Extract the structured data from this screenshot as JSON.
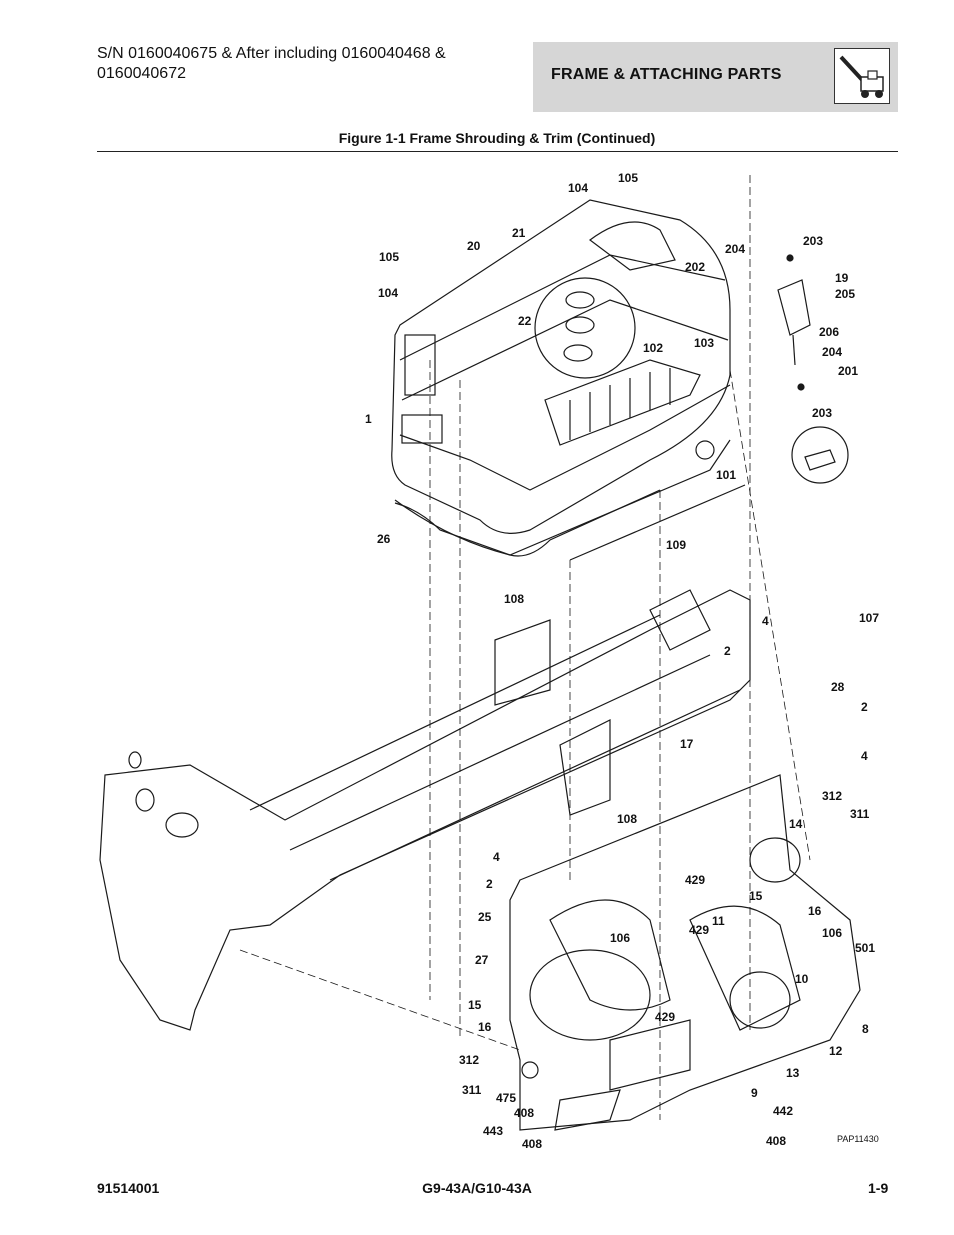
{
  "header": {
    "serial_note": "S/N 0160040675 & After including 0160040468 & 0160040672",
    "section_title": "FRAME & ATTACHING PARTS",
    "section_icon": "telehandler-icon"
  },
  "figure": {
    "title": "Figure 1-1 Frame Shrouding & Trim (Continued)",
    "drawing_code": "PAP11430",
    "callouts": [
      "104",
      "105",
      "21",
      "20",
      "204",
      "203",
      "105",
      "202",
      "19",
      "104",
      "205",
      "22",
      "206",
      "102",
      "103",
      "204",
      "201",
      "1",
      "203",
      "101",
      "26",
      "109",
      "108",
      "107",
      "4",
      "2",
      "28",
      "2",
      "17",
      "4",
      "312",
      "311",
      "108",
      "14",
      "4",
      "2",
      "429",
      "15",
      "16",
      "25",
      "106",
      "429",
      "11",
      "106",
      "501",
      "27",
      "10",
      "15",
      "16",
      "429",
      "8",
      "12",
      "312",
      "13",
      "311",
      "475",
      "9",
      "408",
      "442",
      "443",
      "408",
      "408"
    ]
  },
  "footer": {
    "doc_number": "91514001",
    "model": "G9-43A/G10-43A",
    "page": "1-9"
  }
}
